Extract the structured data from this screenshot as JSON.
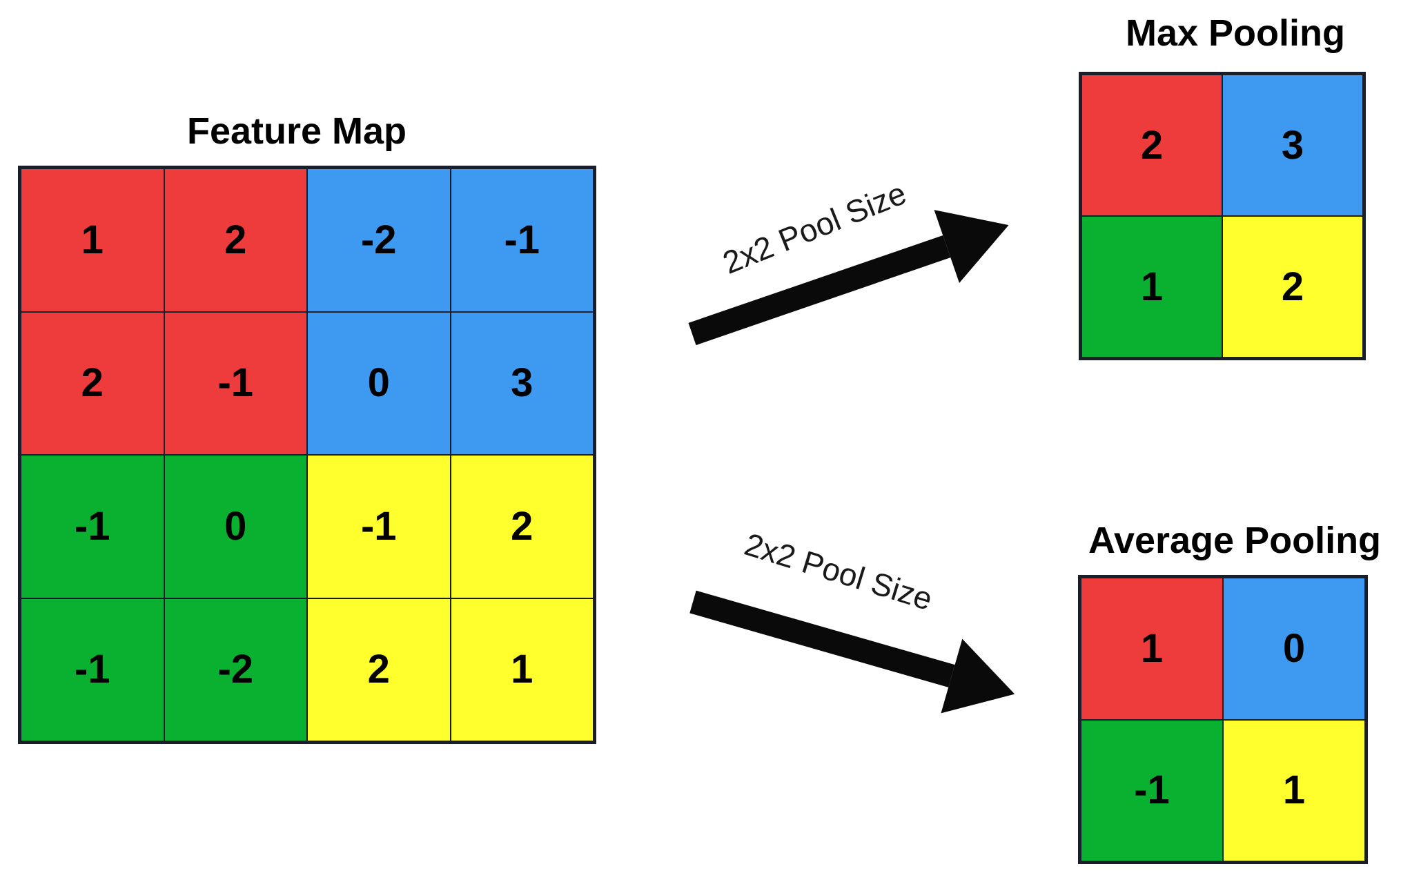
{
  "palette": {
    "red": "#ee3b3b",
    "blue": "#3e9af0",
    "green": "#0ab02f",
    "yellow": "#ffff2d",
    "line": "#1a1e2a",
    "arrow": "#0a0a0a"
  },
  "feature_map": {
    "title": "Feature Map",
    "values": [
      [
        "1",
        "2",
        "-2",
        "-1"
      ],
      [
        "2",
        "-1",
        "0",
        "3"
      ],
      [
        "-1",
        "0",
        "-1",
        "2"
      ],
      [
        "-1",
        "-2",
        "2",
        "1"
      ]
    ],
    "colors": [
      [
        "red",
        "red",
        "blue",
        "blue"
      ],
      [
        "red",
        "red",
        "blue",
        "blue"
      ],
      [
        "green",
        "green",
        "yellow",
        "yellow"
      ],
      [
        "green",
        "green",
        "yellow",
        "yellow"
      ]
    ]
  },
  "max_pooling": {
    "title": "Max Pooling",
    "values": [
      [
        "2",
        "3"
      ],
      [
        "1",
        "2"
      ]
    ],
    "colors": [
      [
        "red",
        "blue"
      ],
      [
        "green",
        "yellow"
      ]
    ]
  },
  "average_pooling": {
    "title": "Average Pooling",
    "values": [
      [
        "1",
        "0"
      ],
      [
        "-1",
        "1"
      ]
    ],
    "colors": [
      [
        "red",
        "blue"
      ],
      [
        "green",
        "yellow"
      ]
    ]
  },
  "arrows": {
    "to_max_label": "2x2 Pool Size",
    "to_average_label": "2x2 Pool Size"
  }
}
